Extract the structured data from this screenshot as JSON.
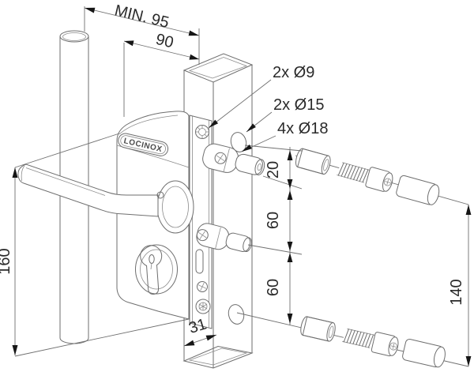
{
  "diagram": {
    "brand_badge": "LOCINOX",
    "dimensions": {
      "min_clearance": "MIN. 95",
      "body_width": "90",
      "body_height": "160",
      "profile_width": "31",
      "spacing_top": "20",
      "spacing_mid": "60",
      "spacing_bottom": "60",
      "bolt_span": "140"
    },
    "drill_labels": [
      {
        "label": "2x Ø9"
      },
      {
        "label": "2x Ø15"
      },
      {
        "label": "4x Ø18"
      }
    ]
  }
}
